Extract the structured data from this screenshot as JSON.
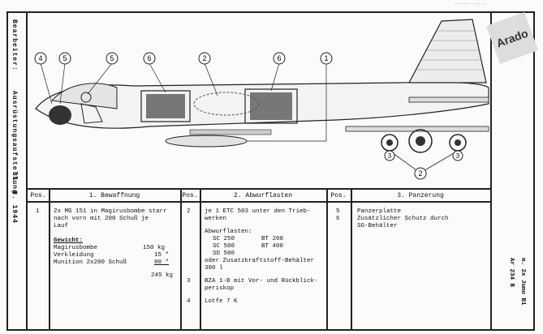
{
  "header": {
    "top_note": "..........."
  },
  "left_strip": {
    "bearbeiter": "Bearbeiter:",
    "ausrustung": "Ausrüstungsaufstellung",
    "date": "31. 8. 1944"
  },
  "stamp": {
    "text": "Arado"
  },
  "drawing": {
    "callouts": [
      "4",
      "5",
      "5",
      "6",
      "2",
      "6",
      "1",
      "3",
      "3",
      "2"
    ]
  },
  "table": {
    "headers": {
      "pos1": "Pos.",
      "bewaffnung": "1. Bewaffnung",
      "pos2": "Pos.",
      "abwurflasten": "2. Abwurflasten",
      "pos3": "Pos.",
      "panzerung": "3. Panzerung"
    },
    "col1": {
      "pos": "1",
      "line1": "2x MG 151 in Magirusbombe starr",
      "line2": "nach vorn mit 200 Schuß je",
      "line3": "Lauf",
      "gewicht": "Gewicht:",
      "w1_label": "Magirusbombe",
      "w1_val": "150 kg",
      "w2_label": "Verkleidung",
      "w2_val": "15 \"",
      "w3_label": "Munition 2x200 Schuß",
      "w3_val": "80 \"",
      "total": "245 kg"
    },
    "col2": {
      "pos_a": "2",
      "text_a1": "je 1 ETC 503 unter den Trieb-",
      "text_a2": "werken",
      "abwurflasten": "Abwurflasten:",
      "sc250": "SC 250",
      "bt200": "BT 200",
      "sc500": "SC 500",
      "bt400": "BT 400",
      "sd500": "SD 500",
      "oder1": "oder Zusatzkraftstoff-Behälter",
      "oder2": "300 l",
      "pos_b": "3",
      "text_b1": "BZA 1-B mit Vor- und Rückblick-",
      "text_b2": "periskop",
      "pos_c": "4",
      "text_c": "Lotfe 7 K"
    },
    "col3": {
      "pos_a": "5",
      "text_a": "Panzerplatte",
      "pos_b": "6",
      "text_b1": "Zusätzlicher Schutz durch",
      "text_b2": "SG-Behälter"
    }
  },
  "right_strip": {
    "line1": "Ar 234 B",
    "line2": "m. 2x Jumo B1"
  }
}
